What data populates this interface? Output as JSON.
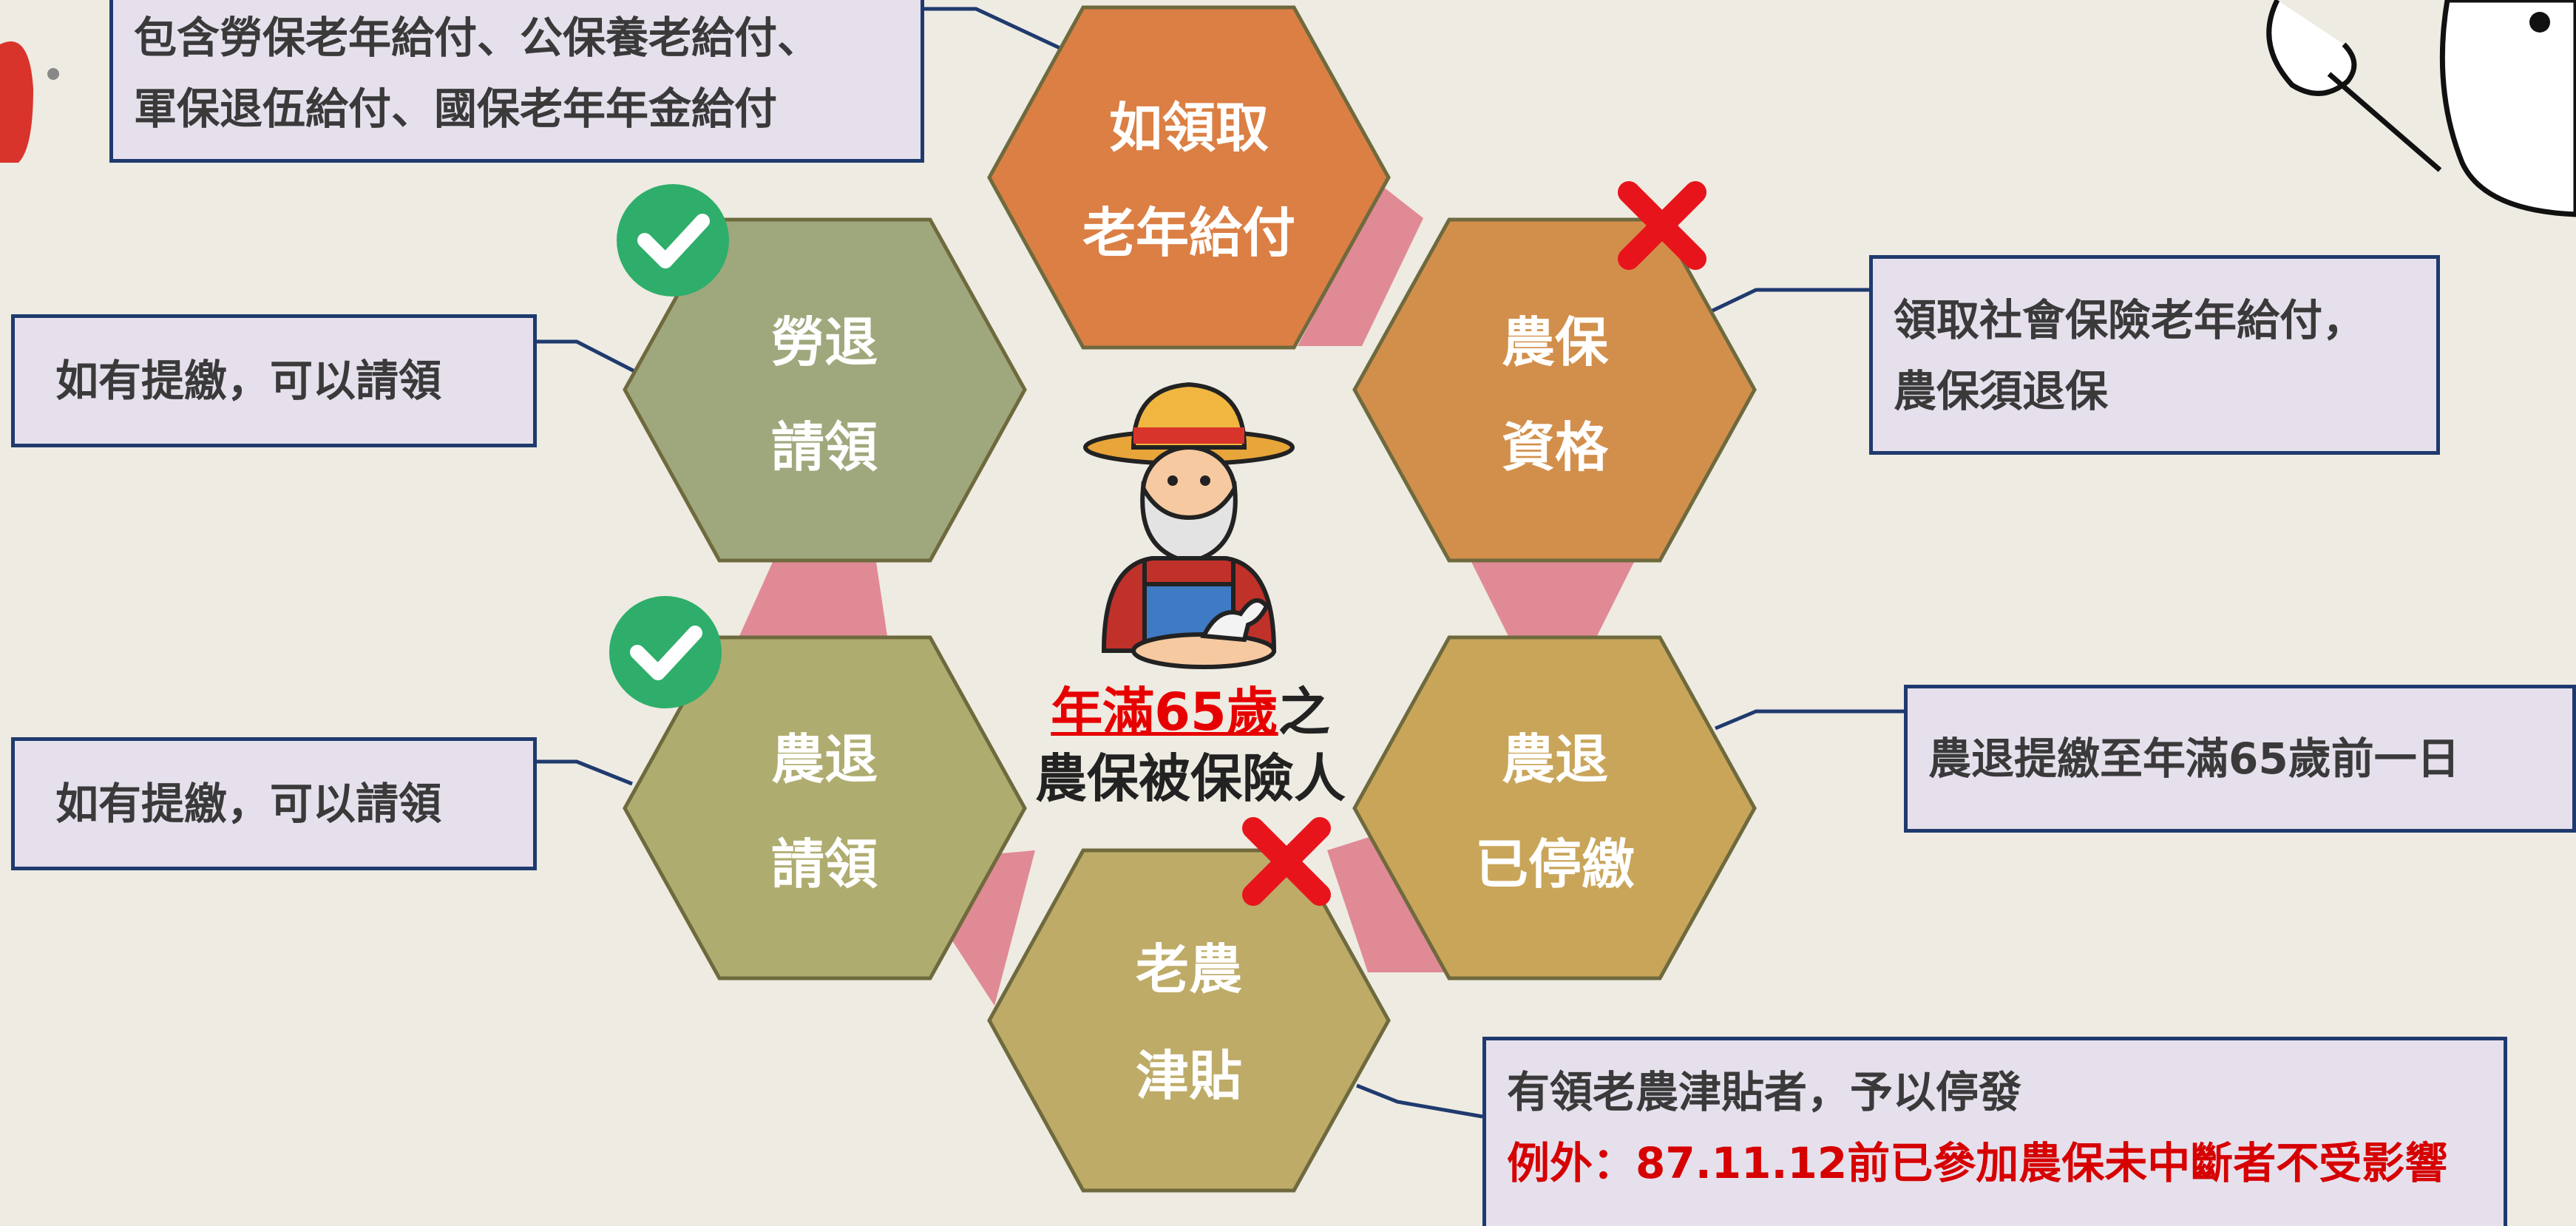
{
  "hexagons": {
    "elderly_benefit": {
      "line1": "如領取",
      "line2": "老年給付",
      "color": "#db7f44"
    },
    "farmer_insurance": {
      "line1": "農保",
      "line2": "資格",
      "color": "#d28f4b"
    },
    "labor_pension": {
      "line1": "勞退",
      "line2": "請領",
      "color": "#9fa87c"
    },
    "farmer_pension_claim": {
      "line1": "農退",
      "line2": "請領",
      "color": "#afac70"
    },
    "farmer_pension_stopped": {
      "line1": "農退",
      "line2": "已停繳",
      "color": "#c9a55a"
    },
    "elderly_farmer_allowance": {
      "line1": "老農",
      "line2": "津貼",
      "color": "#bdab67"
    }
  },
  "center": {
    "age_text": "年滿65歲",
    "connector": "之",
    "subject": "農保被保險人"
  },
  "callouts": {
    "top_left": {
      "line1": "包含勞保老年給付、公保養老給付、",
      "line2": "軍保退伍給付、國保老年年金給付"
    },
    "labor_pension": "如有提繳，可以請領",
    "farmer_pension": "如有提繳，可以請領",
    "farmer_insurance": {
      "line1": "領取社會保險老年給付，",
      "line2": "農保須退保"
    },
    "farmer_pension_stopped": "農退提繳至年滿65歲前一日",
    "elderly_allowance": {
      "line1": "有領老農津貼者，予以停發",
      "exception": "例外：87.11.12前已參加農保未中斷者不受影響"
    }
  },
  "colors": {
    "connector_pink": "#e08a95",
    "check_green": "#2eae6a",
    "cross_red": "#e8141c",
    "callout_border": "#1f3a6e",
    "callout_fill": "#e6e0ec"
  }
}
